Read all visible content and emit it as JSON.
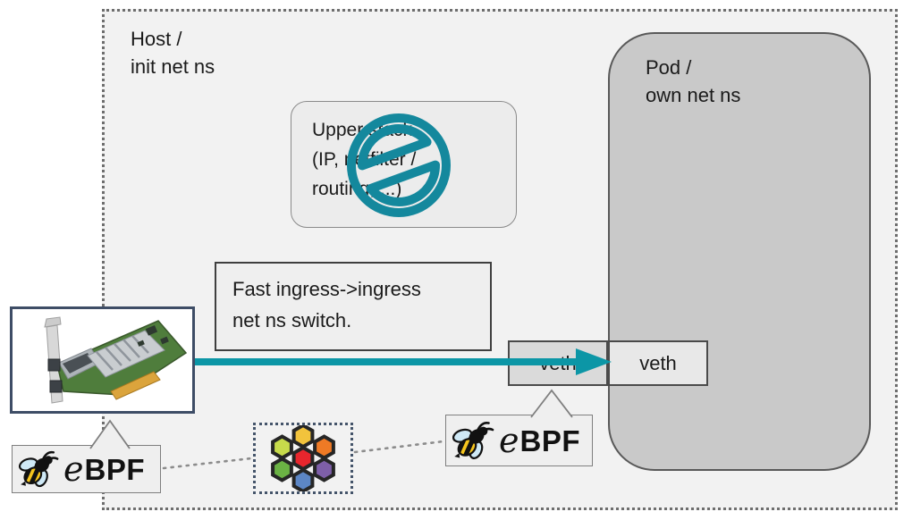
{
  "host": {
    "line1": "Host /",
    "line2": "init net ns"
  },
  "pod": {
    "line1": "Pod /",
    "line2": "own net ns"
  },
  "upper_stack": {
    "line1": "Upper stack",
    "line2": "(IP, netfilter /",
    "line3": "routing, ...)"
  },
  "fast_ingress": {
    "line1": "Fast ingress->ingress",
    "line2": "net ns switch."
  },
  "veth_host": "veth",
  "veth_pod": "veth",
  "ebpf_host_badge": {
    "e": "e",
    "bpf": "BPF"
  },
  "ebpf_pod_badge": {
    "e": "e",
    "bpf": "BPF"
  },
  "icons": {
    "nic": "network-interface-card-photo",
    "no_entry": "prohibition-sign-over-upper-stack",
    "bee": "ebpf-bee-logo",
    "cilium": "cilium-hexagon-flower-logo",
    "arrow": "teal-ingress-arrow-nic-to-veth"
  },
  "colors": {
    "arrow_teal": "#0c96a6",
    "no_symbol_teal": "#14889d",
    "host_bg": "#f2f2f2",
    "pod_bg": "#c9c9c9",
    "badge_bg": "#efefef",
    "nic_border": "#3e4d66",
    "bee_yellow": "#f5c51e",
    "bee_wing_blue": "#cfe9f6",
    "cilium": {
      "top": "#f2c33c",
      "upper_left": "#c7db4b",
      "upper_right": "#ef7a25",
      "center": "#e8262d",
      "lower_left": "#6bb244",
      "lower_right": "#7e5fa8",
      "bottom": "#5c86c5"
    }
  }
}
